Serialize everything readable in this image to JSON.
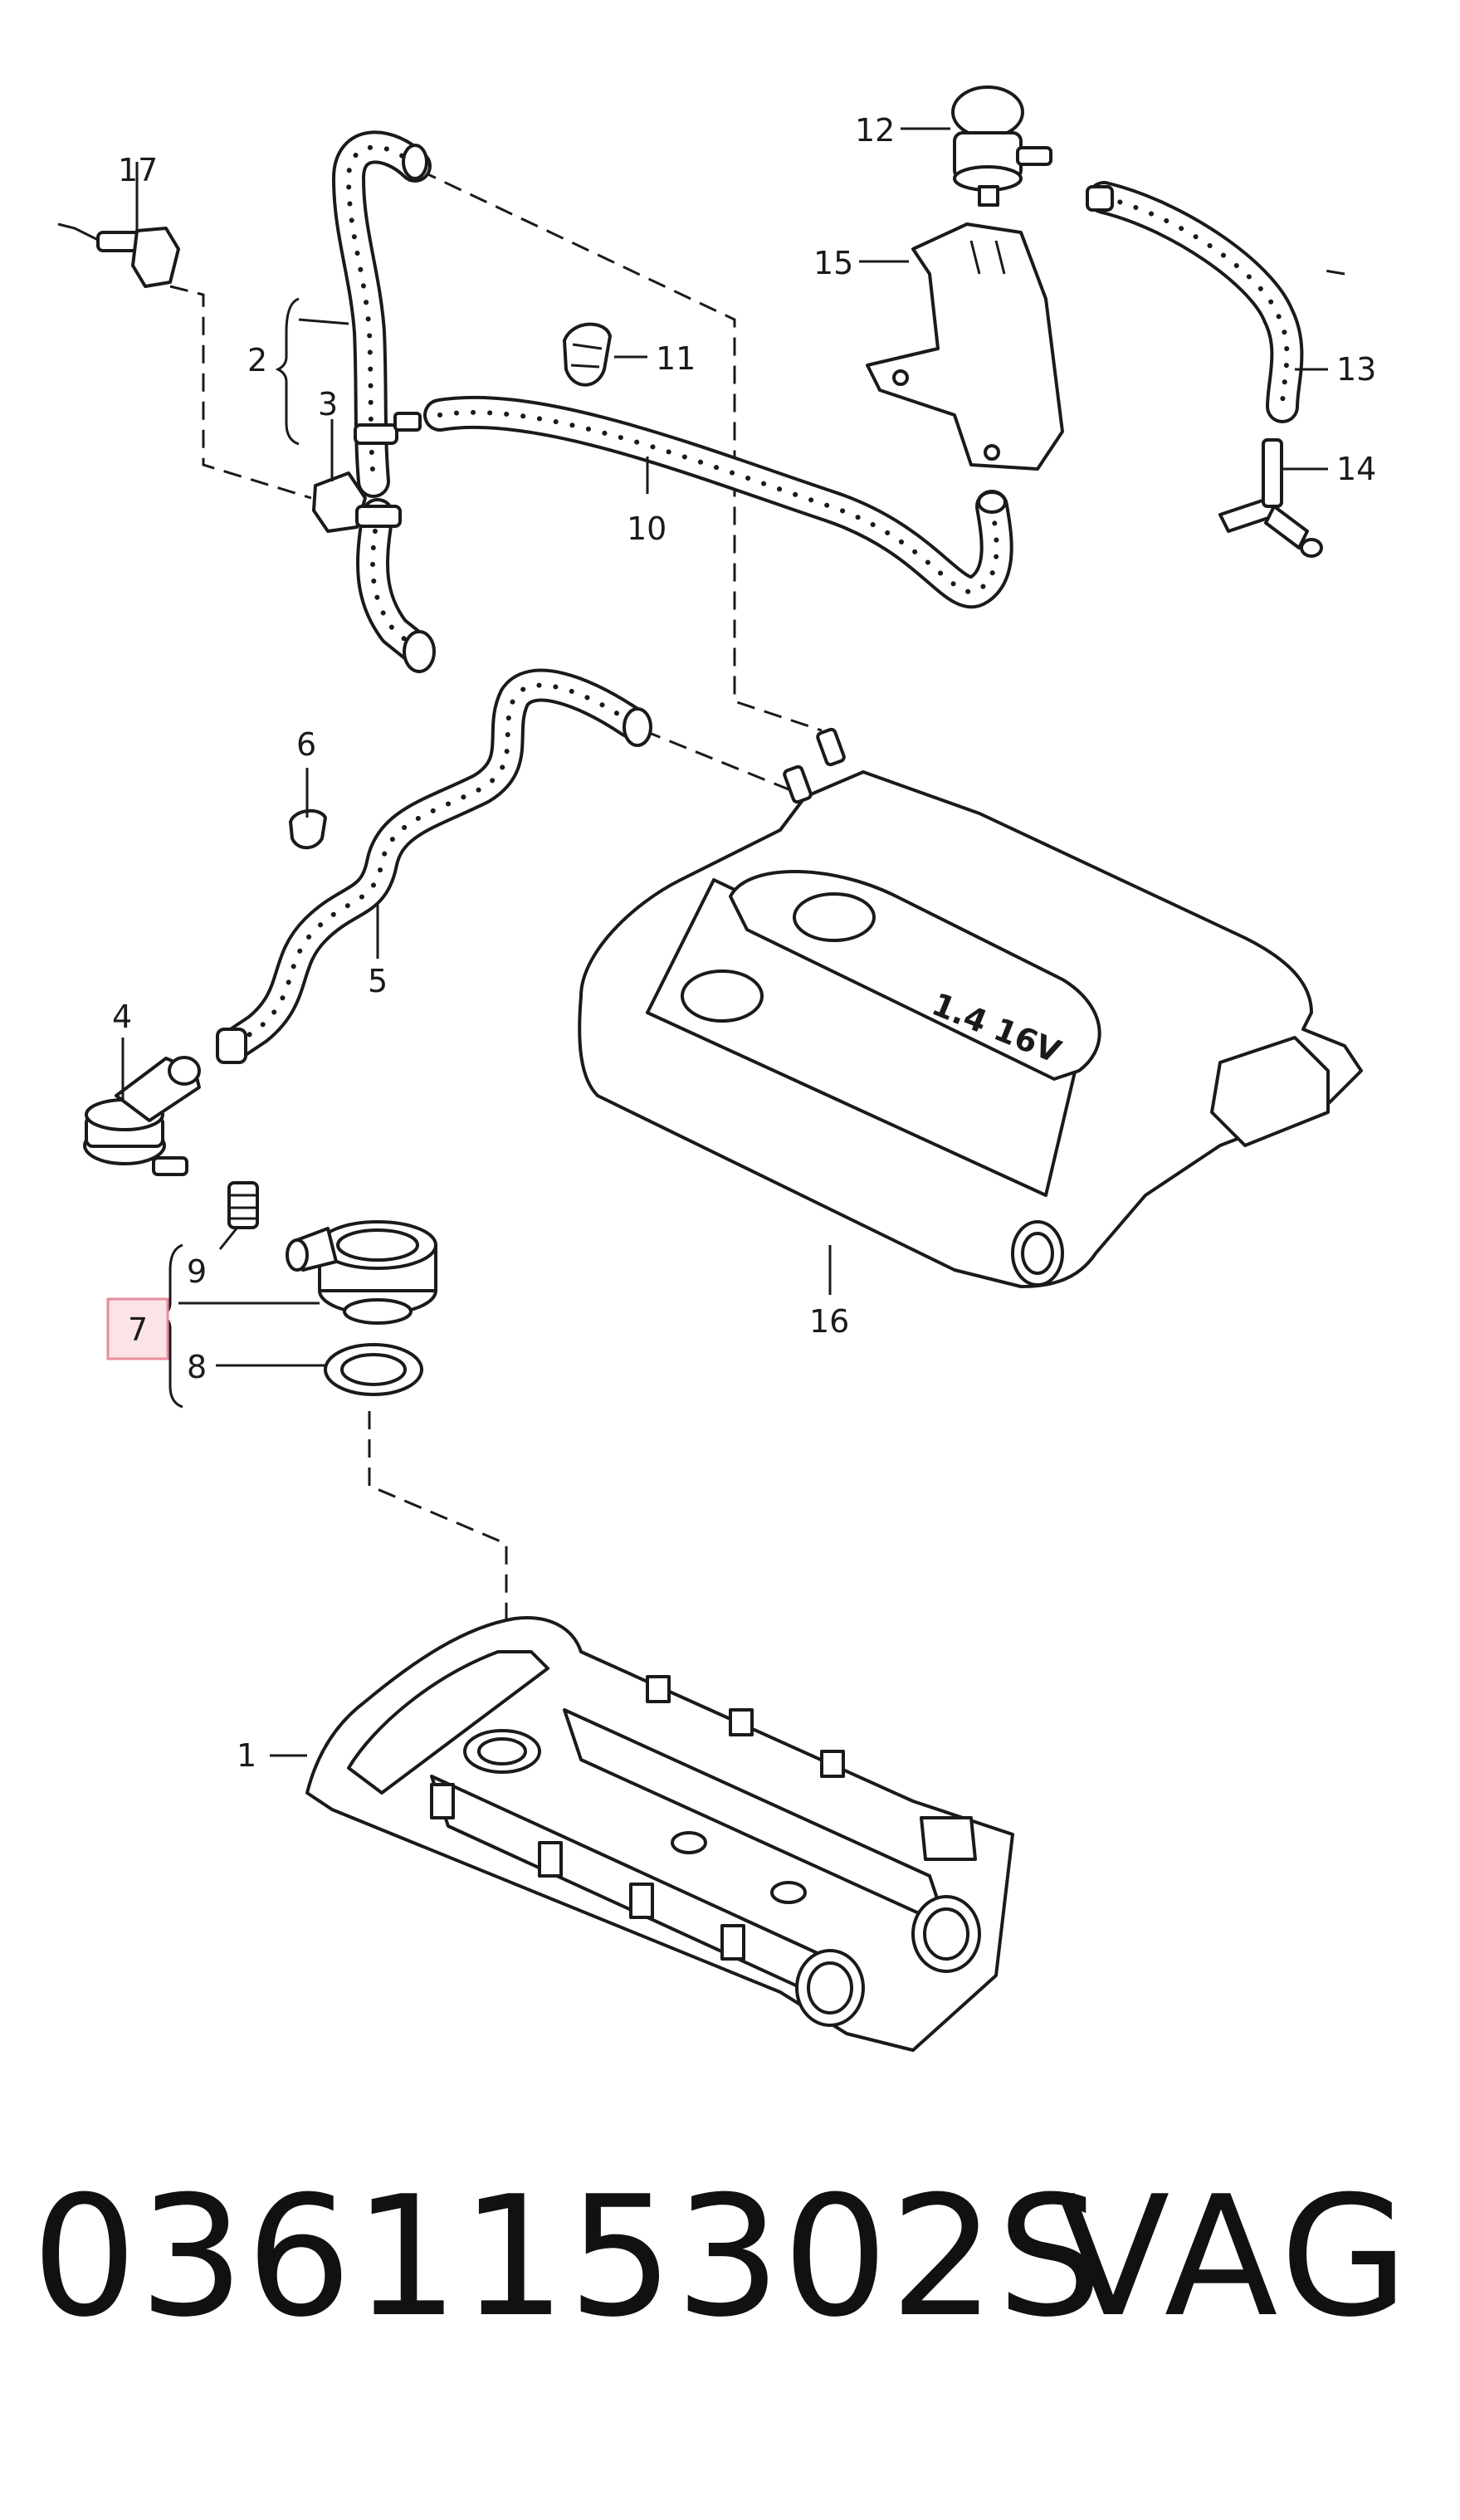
{
  "diagram": {
    "callouts": [
      "1",
      "2",
      "3",
      "4",
      "5",
      "6",
      "7",
      "8",
      "9",
      "10",
      "11",
      "12",
      "13",
      "14",
      "15",
      "16",
      "17"
    ],
    "highlighted_callout": "7",
    "cover_badge": "1.4 16V",
    "highlight_color": "#fbe3e6",
    "highlight_border_color": "#e88c9c"
  },
  "footer": {
    "part_number": "036115302S",
    "brand": "VAG"
  }
}
